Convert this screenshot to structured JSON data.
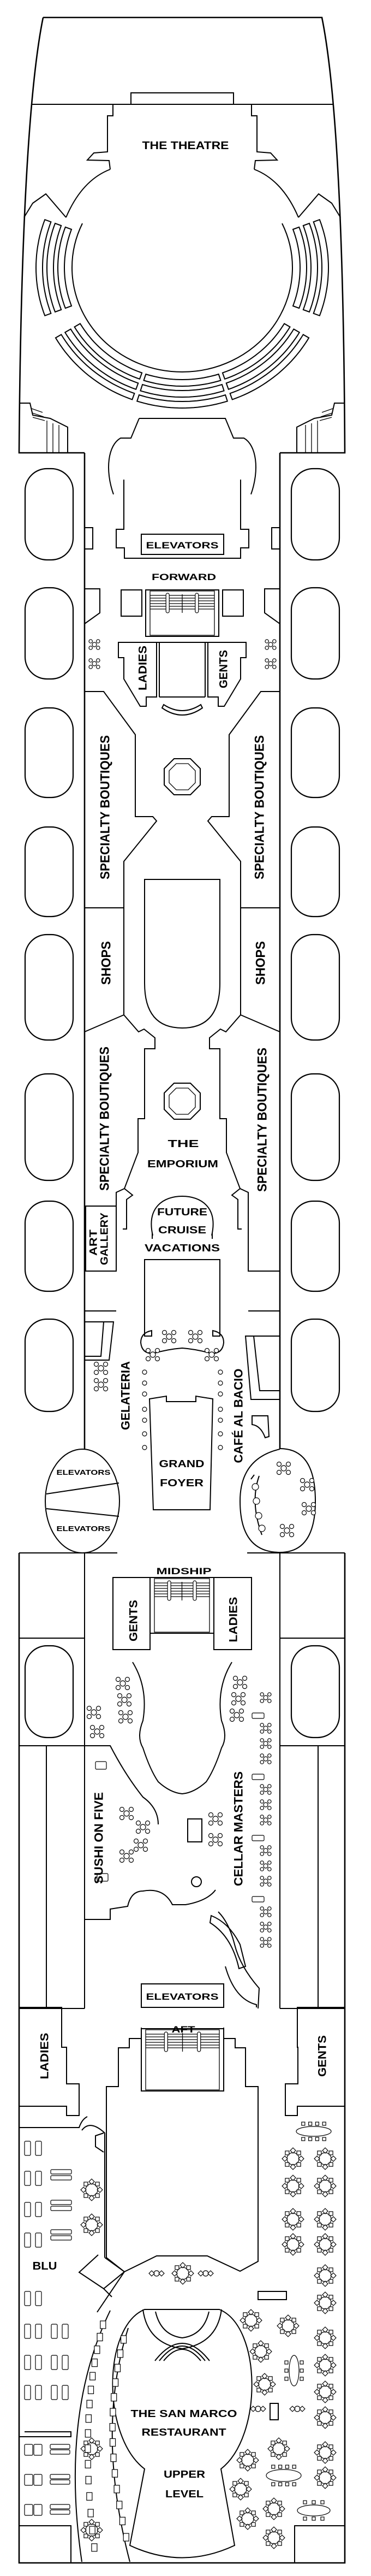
{
  "deck_plan": {
    "forward": {
      "theatre": "THE THEATRE",
      "elevators": "ELEVATORS",
      "stair_label": "FORWARD",
      "ladies": "LADIES",
      "gents": "GENTS"
    },
    "shopping": {
      "boutiques_port_fwd": "SPECIALTY BOUTIQUES",
      "boutiques_stbd_fwd": "SPECIALTY BOUTIQUES",
      "shops_port": "SHOPS",
      "shops_stbd": "SHOPS",
      "boutiques_port_aft": "SPECIALTY BOUTIQUES",
      "boutiques_stbd_aft": "SPECIALTY BOUTIQUES",
      "emporium": [
        "THE",
        "EMPORIUM"
      ],
      "art_gallery": [
        "ART",
        "GALLERY"
      ],
      "future_cruise": [
        "FUTURE",
        "CRUISE",
        "VACATIONS"
      ]
    },
    "midship": {
      "gelateria": "GELATERIA",
      "cafe": "CAFÉ AL BACIO",
      "grand_foyer": [
        "GRAND",
        "FOYER"
      ],
      "elevators_upper": "ELEVATORS",
      "elevators_lower": "ELEVATORS",
      "stair_label": "MIDSHIP",
      "gents": "GENTS",
      "ladies": "LADIES",
      "sushi": "SUSHI ON FIVE",
      "cellar": "CELLAR MASTERS"
    },
    "aft": {
      "elevators": "ELEVATORS",
      "stair_label": "AFT",
      "ladies": "LADIES",
      "gents": "GENTS",
      "blu": "BLU",
      "restaurant": [
        "THE SAN MARCO",
        "RESTAURANT"
      ],
      "upper_level": [
        "UPPER",
        "LEVEL"
      ]
    },
    "colors": {
      "line": "#000000",
      "background": "#ffffff"
    }
  }
}
